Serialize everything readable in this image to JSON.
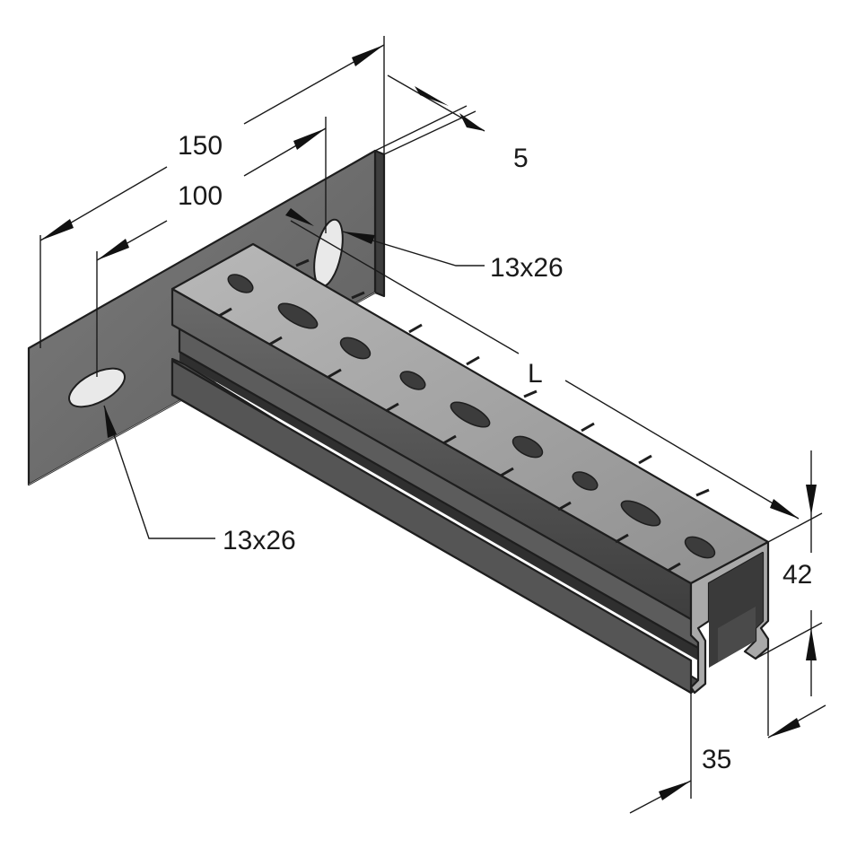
{
  "dimensions": {
    "plate_width": "150",
    "hole_spacing": "100",
    "plate_thickness": "5",
    "slot_top": "13x26",
    "slot_bottom": "13x26",
    "length": "L",
    "profile_height": "42",
    "profile_width": "35"
  },
  "colors": {
    "plate_face": "#6f6f6f",
    "plate_edge": "#4a4a4a",
    "rail_top": "#a6a6a6",
    "rail_side": "#5a5a5a",
    "rail_groove": "#3c3c3c",
    "outline": "#1e1e1e"
  }
}
